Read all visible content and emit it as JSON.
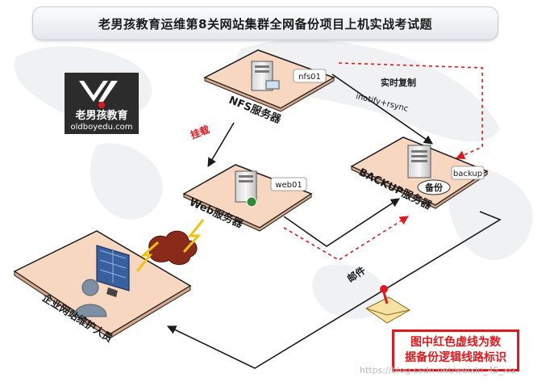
{
  "title": "老男孩教育运维第8关网站集群全网备份项目上机实战考试题",
  "logo": {
    "text": "老男孩教育",
    "url": "oldboyedu.com"
  },
  "nodes": {
    "nfs": {
      "label": "NFS服务器",
      "host": "nfs01"
    },
    "web": {
      "label": "Web服务器",
      "host": "web01"
    },
    "backup": {
      "label": "BACKUP服务器",
      "host": "backup",
      "badge": "备份"
    },
    "admin": {
      "label": "企业网站维护人员"
    }
  },
  "edges": {
    "mount": "挂载",
    "realtime": "实时复制",
    "realtime_detail": "inotify+rsync",
    "mail": "邮件"
  },
  "note": {
    "line1": "图中红色虚线为数",
    "line2": "据备份逻辑线路标识"
  },
  "watermark": "https://blog.csdn.net/weixin_45_xiz",
  "colors": {
    "platform": "#f7d7c0",
    "accent_red": "#e0191e",
    "edge": "#1a1a1a"
  }
}
